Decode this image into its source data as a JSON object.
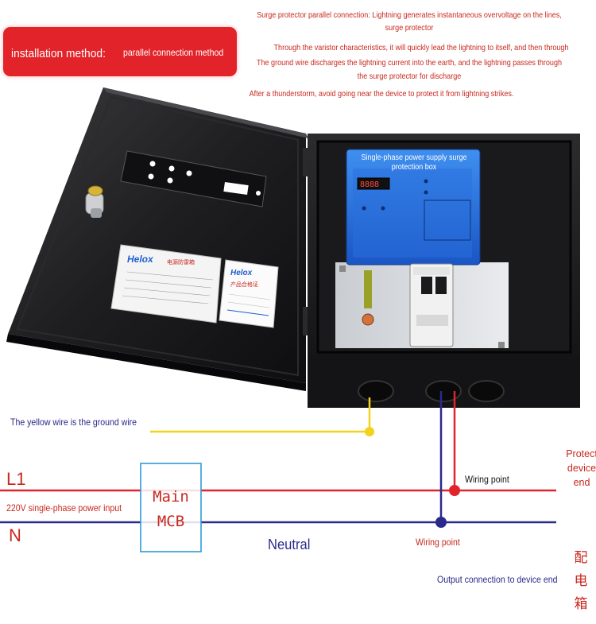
{
  "header": {
    "banner_title": "installation method:",
    "banner_subtitle": "parallel connection method",
    "notes": [
      "Surge protector parallel connection: Lightning generates instantaneous overvoltage on the lines,",
      "surge protector",
      "Through the varistor characteristics, it will quickly lead the lightning to itself, and then through",
      "The ground wire discharges the lightning current into the earth, and the lightning passes through",
      "the surge protector for discharge",
      "After a thunderstorm, avoid going near the device to protect it from lightning strikes."
    ]
  },
  "product": {
    "device_title": "Single-phase power supply surge protection box",
    "brand_label": "Helox",
    "brand_label_2": "Helox",
    "card_title": "电源防雷箱",
    "cert_title": "产品合格证"
  },
  "diagram": {
    "ground_label": "The yellow wire is the ground wire",
    "l1_label": "L1",
    "n_label": "N",
    "input_label": "220V single-phase power input",
    "mcb_line1": "Main",
    "mcb_line2": "MCB",
    "neutral_label": "Neutral",
    "wiring_point_top": "Wiring point",
    "wiring_point_bottom": "Wiring point",
    "protect_lines": [
      "Protect",
      "device",
      "end"
    ],
    "output_label": "Output connection to device end",
    "box_chars": [
      "配",
      "电",
      "箱"
    ]
  },
  "colors": {
    "banner": "#e2232a",
    "live_wire": "#e0242c",
    "neutral_wire": "#2a2a8c",
    "ground_wire": "#f2d21b",
    "mcb_frame": "#2f9ad8",
    "device_blue": "#1f5fcf"
  }
}
